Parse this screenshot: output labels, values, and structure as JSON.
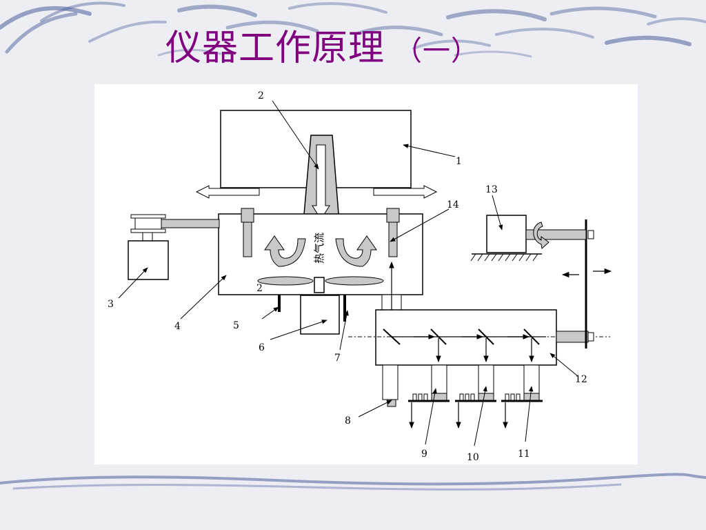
{
  "slide": {
    "title": "仪器工作原理",
    "title_suffix": "（一）"
  },
  "diagram": {
    "flow_label": "热气流",
    "labels": {
      "n1": "1",
      "n2_top": "2",
      "n2_bottom": "2",
      "n3": "3",
      "n4": "4",
      "n5": "5",
      "n6": "6",
      "n7": "7",
      "n8": "8",
      "n9": "9",
      "n10": "10",
      "n11": "11",
      "n12": "12",
      "n13": "13",
      "n14": "14"
    }
  },
  "colors": {
    "title": "#800080",
    "background": "#eceef3",
    "decor_stroke": "#4f5f9a",
    "part_fill": "#c8c8c8",
    "line": "#000000"
  }
}
